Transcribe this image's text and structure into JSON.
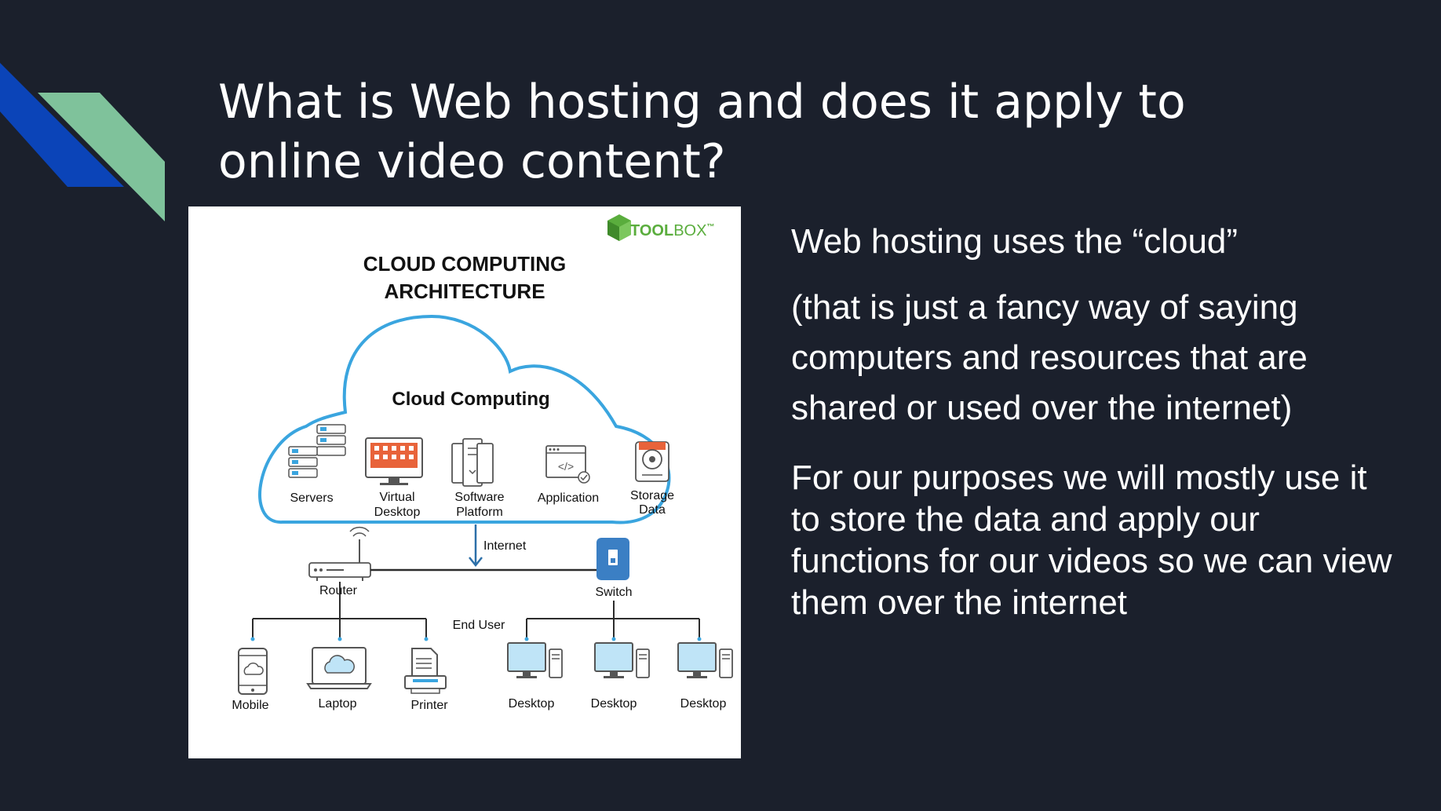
{
  "slide": {
    "title_line1": "What is Web hosting and does it apply to",
    "title_line2": "online video content?",
    "paragraph1": "Web hosting uses the “cloud”",
    "paragraph2": "(that is just a fancy way of saying computers and resources that are shared or used over the internet)",
    "paragraph3": "For our purposes we will mostly use it to store the data and apply our functions for our videos so we can view them over the internet"
  },
  "diagram": {
    "brand_bold": "TOOL",
    "brand_light": "BOX",
    "trademark": "™",
    "title_line1": "CLOUD COMPUTING",
    "title_line2": "ARCHITECTURE",
    "cloud_label": "Cloud Computing",
    "services": {
      "servers": "Servers",
      "virtual_desktop_1": "Virtual",
      "virtual_desktop_2": "Desktop",
      "software_platform_1": "Software",
      "software_platform_2": "Platform",
      "application": "Application",
      "storage_data_1": "Storage",
      "storage_data_2": "Data"
    },
    "internet_label": "Internet",
    "router_label": "Router",
    "switch_label": "Switch",
    "end_user_label": "End User",
    "devices": {
      "mobile": "Mobile",
      "laptop": "Laptop",
      "printer": "Printer",
      "desktop1": "Desktop",
      "desktop2": "Desktop",
      "desktop3": "Desktop"
    }
  },
  "colors": {
    "background": "#1b202c",
    "accent_blue": "#0b44b8",
    "accent_green": "#7fc29b",
    "cloud_outline": "#3aa5df",
    "brand_green": "#5aad3d",
    "network_line": "#2c2c2c",
    "icon_accent": "#e8633a"
  }
}
